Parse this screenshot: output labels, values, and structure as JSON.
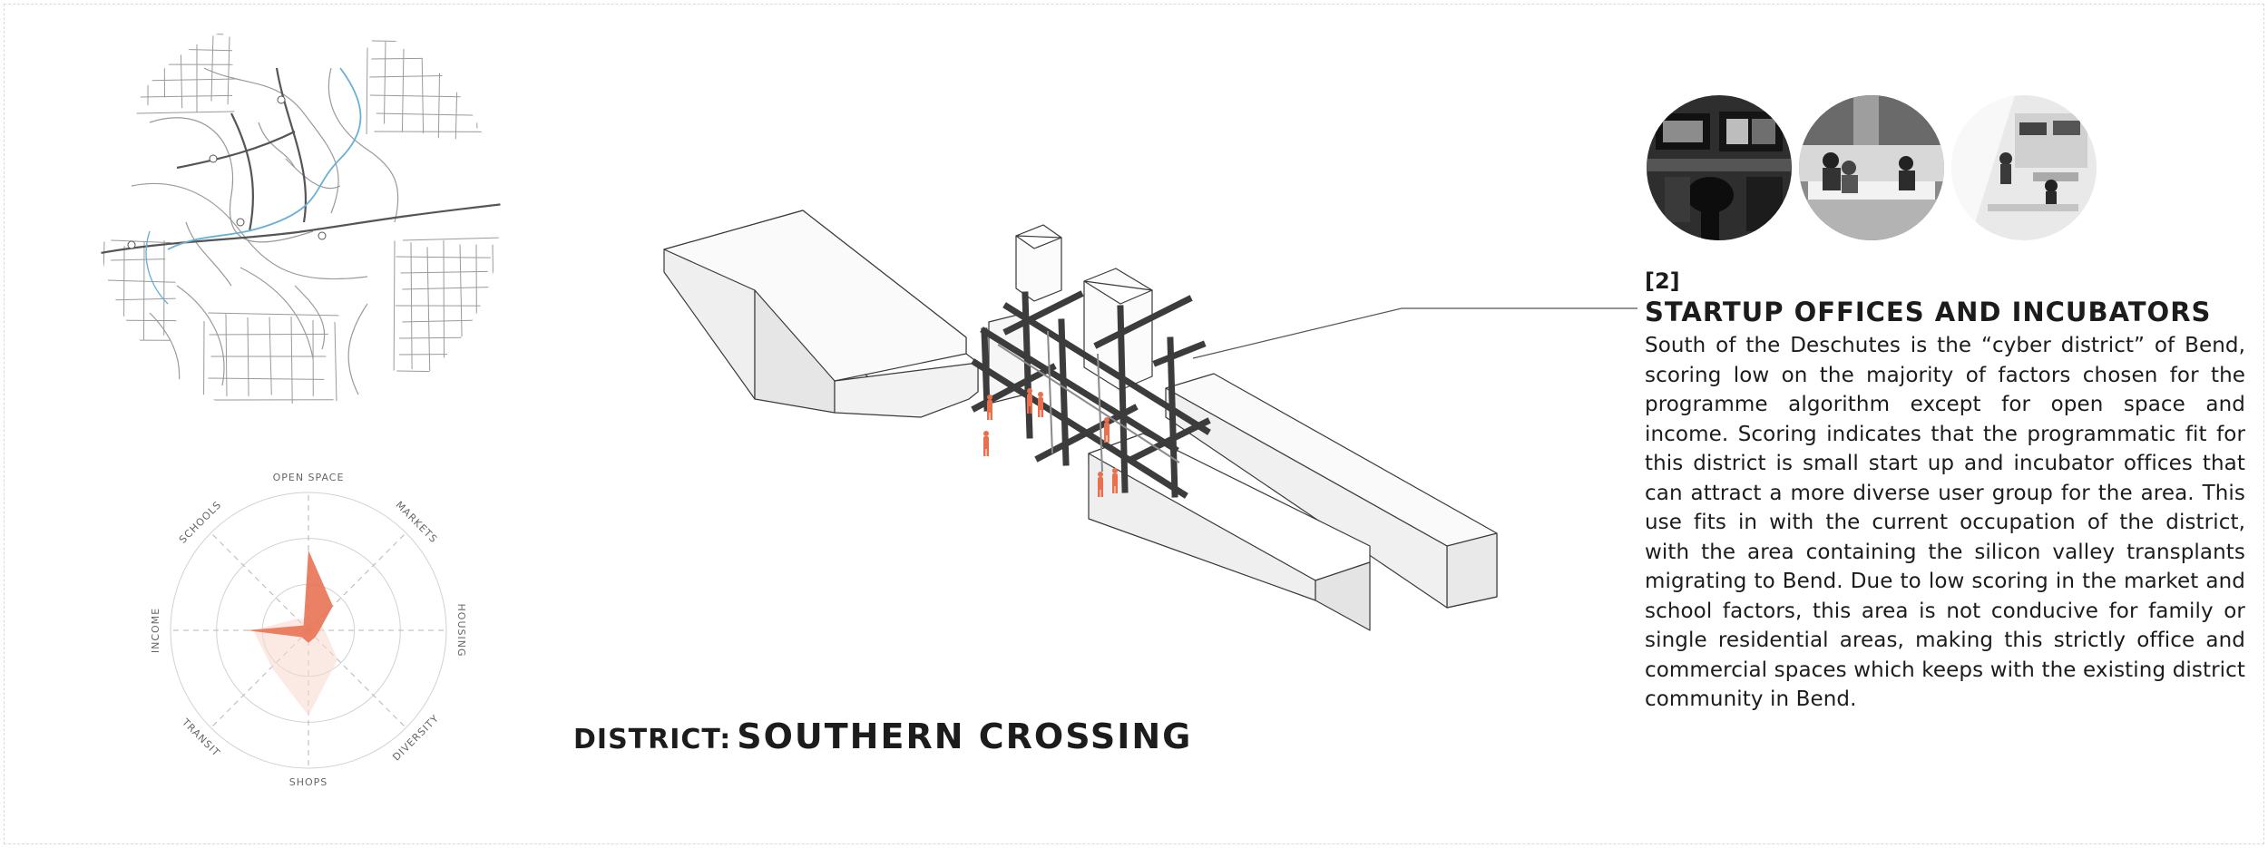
{
  "district": {
    "prefix": "DISTRICT:",
    "name": "SOUTHERN CROSSING"
  },
  "section": {
    "number": "[2]",
    "title": "STARTUP OFFICES AND INCUBATORS",
    "body": "South of the Deschutes is the “cyber district” of Bend, scoring low on the majority of factors chosen for the programme algorithm except for open space and income. Scoring indicates that the programmatic fit for this district is small start up and incubator offices that can attract a more diverse user group for the area. This use fits in with the current occupation of the district, with the area containing the silicon valley transplants migrating to Bend. Due to low scoring in the market and school factors, this area is not conducive for family or single residential areas, making this strictly office and commercial spaces which keeps with the existing district community in Bend."
  },
  "radar": {
    "axes": [
      "OPEN SPACE",
      "MARKETS",
      "HOUSING",
      "DIVERSITY",
      "SHOPS",
      "TRANSIT",
      "INCOME",
      "SCHOOLS"
    ],
    "district_values": [
      0.58,
      0.25,
      0.08,
      0.07,
      0.09,
      0.07,
      0.45,
      0.05
    ],
    "comparison_values": [
      0.08,
      0.1,
      0.12,
      0.3,
      0.62,
      0.38,
      0.4,
      0.12
    ],
    "colors": {
      "district": "#e8704f",
      "comparison": "#f7d9cd",
      "grid": "#d2d2d2",
      "axis": "#b5b5b5"
    }
  },
  "map": {
    "colors": {
      "roads": "#9a9a9a",
      "major_roads": "#555555",
      "river": "#6ab0d6"
    }
  },
  "photos": [
    {
      "icon": "photo-server-room"
    },
    {
      "icon": "photo-office-meeting"
    },
    {
      "icon": "photo-open-workspace"
    }
  ],
  "accent_color": "#e8704f"
}
